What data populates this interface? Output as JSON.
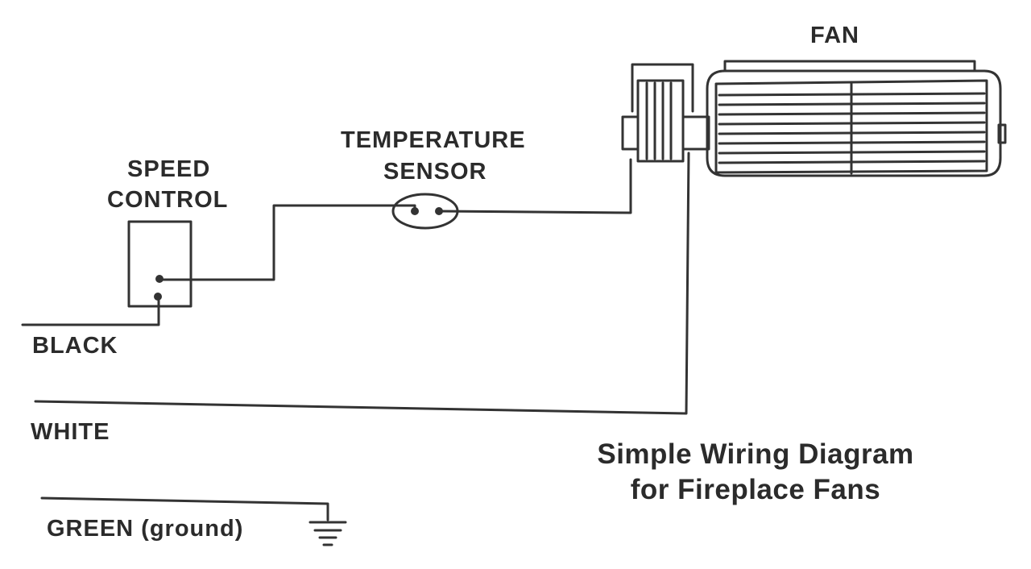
{
  "labels": {
    "fan": "FAN",
    "temp_sensor_line1": "TEMPERATURE",
    "temp_sensor_line2": "SENSOR",
    "speed_control_line1": "SPEED",
    "speed_control_line2": "CONTROL",
    "black": "BLACK",
    "white": "WHITE",
    "green": "GREEN (ground)"
  },
  "caption": {
    "line1": "Simple Wiring Diagram",
    "line2": "for Fireplace Fans"
  },
  "colors": {
    "line": "#333333",
    "text": "#2b2b2b",
    "background": "#ffffff"
  }
}
